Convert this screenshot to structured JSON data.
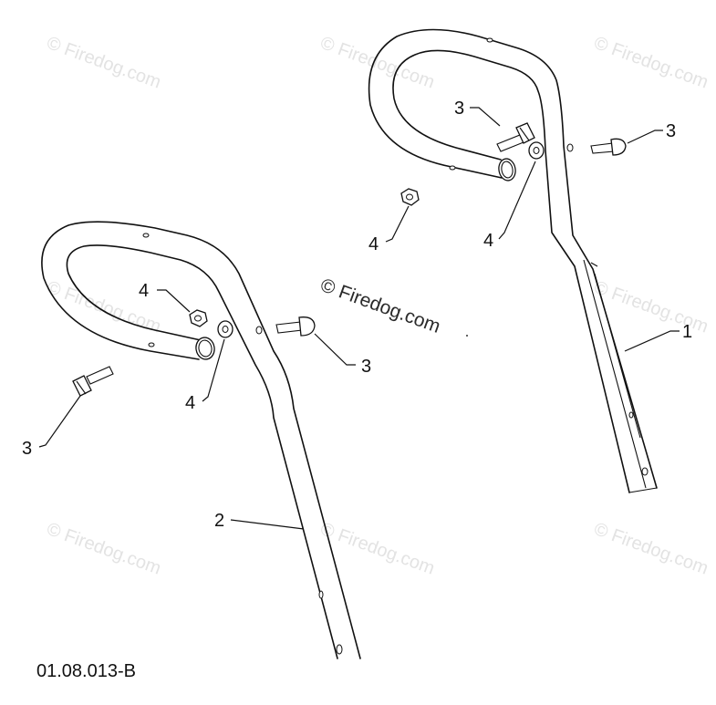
{
  "drawing_code": "01.08.013-B",
  "watermark": "© Firedog.com",
  "callouts": {
    "handle_right": "1",
    "handle_left": "2",
    "bolt_top": "3",
    "bolt_right": "3",
    "bolt_mid": "3",
    "bolt_left": "3",
    "nut_top_right": "4",
    "nut_top_left": "4",
    "washer_left": "4",
    "nut_left": "4"
  }
}
